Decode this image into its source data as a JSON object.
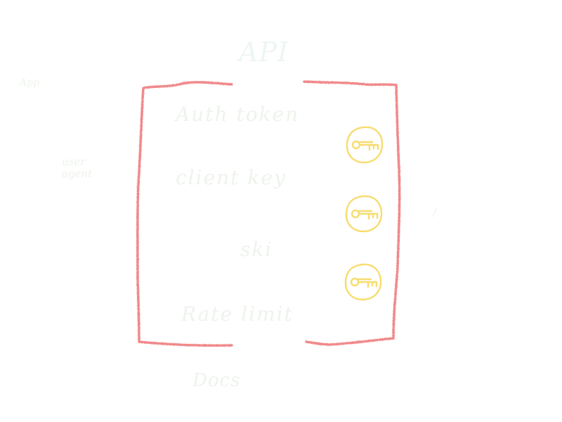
{
  "diagram": {
    "title": "API",
    "side_labels": {
      "app": "App",
      "user": "user agent",
      "dot": "·",
      "arrow": "/"
    },
    "items": [
      "Auth token",
      "client key",
      "ski",
      "Rate limit"
    ],
    "footer": "Docs"
  },
  "colors": {
    "box_stroke": "#f0888a",
    "key_stroke": "#f7dc6f",
    "faint_text": "#eef3ec",
    "background": "#ffffff"
  },
  "icons": [
    "key-icon",
    "key-icon",
    "key-icon"
  ]
}
